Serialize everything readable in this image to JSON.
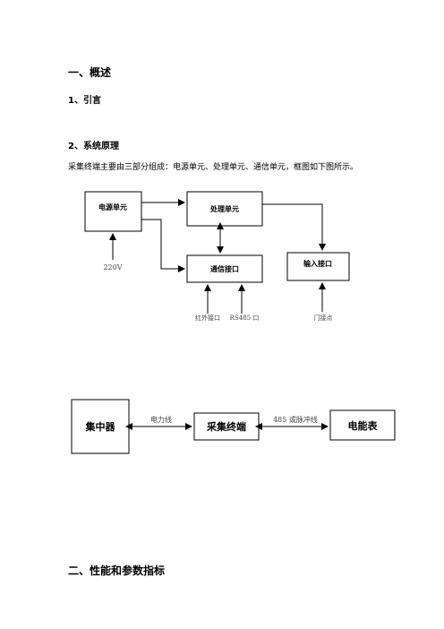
{
  "section1": {
    "title": "一、概述"
  },
  "intro": {
    "title": "1、引言"
  },
  "principle": {
    "title": "2、系统原理",
    "paragraph": "采集终端主要由三部分组成：电源单元、处理单元、通信单元，框图如下图所示。"
  },
  "diagram1": {
    "power_unit": "电源单元",
    "processing_unit": "处理单元",
    "comm_interface": "通信接口",
    "input_interface": "输入接口",
    "voltage_label": "220V",
    "ir_interface": "红外接口",
    "rs485_port": "RS485 口",
    "door_contact": "门接点"
  },
  "diagram2": {
    "concentrator": "集中器",
    "terminal": "采集终端",
    "meter": "电能表",
    "power_line": "电力线",
    "rs485_pulse": "485 或脉冲线"
  },
  "section2": {
    "title": "二、性能和参数指标"
  }
}
